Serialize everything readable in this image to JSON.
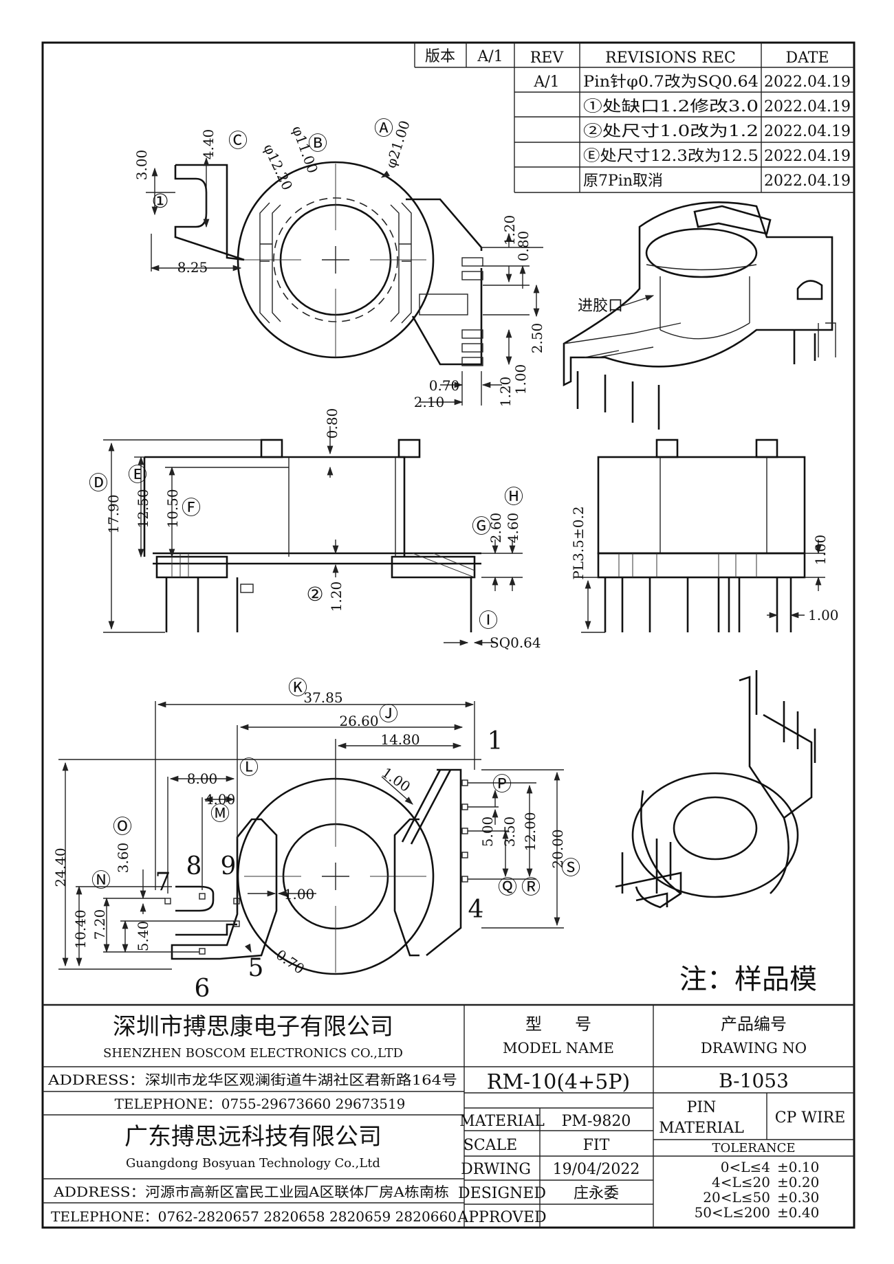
{
  "revision_table": {
    "version_label": "版本",
    "version_value": "A/1",
    "headers": [
      "REV",
      "REVISIONS REC",
      "DATE"
    ],
    "rows": [
      {
        "rev": "A/1",
        "rec": "Pin针φ0.7改为SQ0.64",
        "date": "2022.04.19"
      },
      {
        "rev": "",
        "rec": "①处缺口1.2修改3.0",
        "date": "2022.04.19"
      },
      {
        "rev": "",
        "rec": "②处尺寸1.0改为1.2",
        "date": "2022.04.19"
      },
      {
        "rev": "",
        "rec": "Ⓔ处尺寸12.3改为12.5",
        "date": "2022.04.19"
      },
      {
        "rev": "",
        "rec": "原7Pin取消",
        "date": "2022.04.19"
      }
    ]
  },
  "top_view": {
    "labels": {
      "a": "Ⓐ",
      "d_a": "φ21.00",
      "b": "Ⓑ",
      "d_b": "φ11.00",
      "c": "Ⓒ",
      "d_c": "φ12.20",
      "one": "①",
      "d_300": "3.00",
      "d_440": "4.40",
      "d_825": "8.25",
      "d_120a": "1.20",
      "d_080": "0.80",
      "d_250": "2.50",
      "d_070": "0.70",
      "d_210": "2.10",
      "d_120b": "1.20",
      "d_100": "1.00"
    }
  },
  "iso_top": {
    "gate_label": "进胶口"
  },
  "front_view": {
    "labels": {
      "d": "Ⓓ",
      "d_1790": "17.90",
      "e": "Ⓔ",
      "d_1250": "12.50",
      "f": "Ⓕ",
      "d_1050": "10.50",
      "d_080": "0.80",
      "g": "Ⓖ",
      "d_260": "2.60",
      "h": "Ⓗ",
      "d_460": "4.60",
      "two": "②",
      "d_120": "1.20",
      "i": "Ⓘ",
      "d_sq": "SQ0.64"
    }
  },
  "side_view": {
    "labels": {
      "pl": "PL3.5±0.2",
      "d_100a": "1.00",
      "d_100b": "1.00"
    }
  },
  "bottom_view": {
    "labels": {
      "k": "Ⓚ",
      "d_3785": "37.85",
      "j": "Ⓙ",
      "d_2660": "26.60",
      "d_1480": "14.80",
      "l": "Ⓛ",
      "d_800": "8.00",
      "m": "Ⓜ",
      "d_400": "4.00",
      "d_100r": "1.00",
      "o": "Ⓞ",
      "d_360": "3.60",
      "n": "Ⓝ",
      "d_2440": "24.40",
      "d_1040": "10.40",
      "d_720": "7.20",
      "d_540": "5.40",
      "d_100c": "1.00",
      "d_070": "0.70",
      "p": "Ⓟ",
      "d_500": "5.00",
      "d_350": "3.50",
      "d_1200": "12.00",
      "q": "Ⓠ",
      "r": "Ⓡ",
      "d_2000": "20.00",
      "s": "Ⓢ"
    },
    "pins": {
      "p1": "1",
      "p4": "4",
      "p5": "5",
      "p6": "6",
      "p7": "7",
      "p8": "8",
      "p9": "9"
    }
  },
  "note": "注：样品模",
  "title_block": {
    "company1_cn": "深圳市搏思康电子有限公司",
    "company1_en": "SHENZHEN BOSCOM ELECTRONICS CO.,LTD",
    "address1": "ADDRESS：深圳市龙华区观澜街道牛湖社区君新路164号",
    "telephone1": "TELEPHONE：0755-29673660 29673519",
    "company2_cn": "广东搏思远科技有限公司",
    "company2_en": "Guangdong Bosyuan Technology Co.,Ltd",
    "address2": "ADDRESS：河源市高新区富民工业园A区联体厂房A栋南栋",
    "telephone2": "TELEPHONE：0762-2820657 2820658 2820659 2820660",
    "model_name_cn": "型　　号",
    "model_name_en": "MODEL NAME",
    "model_value": "RM-10(4+5P)",
    "drawing_no_cn": "产品编号",
    "drawing_no_en": "DRAWING NO",
    "drawing_no_value": "B-1053",
    "material_label": "MATERIAL",
    "material_value": "PM-9820",
    "scale_label": "SCALE",
    "scale_value": "FIT",
    "drawing_label": "DRWING",
    "drawing_date": "19/04/2022",
    "designed_label": "DESIGNED",
    "designed_value": "庄永委",
    "approved_label": "APPROVED",
    "approved_value": "",
    "pin_material_label_1": "PIN",
    "pin_material_label_2": "MATERIAL",
    "pin_material_value": "CP WIRE",
    "tolerance_label": "TOLERANCE",
    "tolerances": [
      {
        "range": "0<L≤4",
        "value": "±0.10"
      },
      {
        "range": "4<L≤20",
        "value": "±0.20"
      },
      {
        "range": "20<L≤50",
        "value": "±0.30"
      },
      {
        "range": "50<L≤200",
        "value": "±0.40"
      }
    ]
  }
}
